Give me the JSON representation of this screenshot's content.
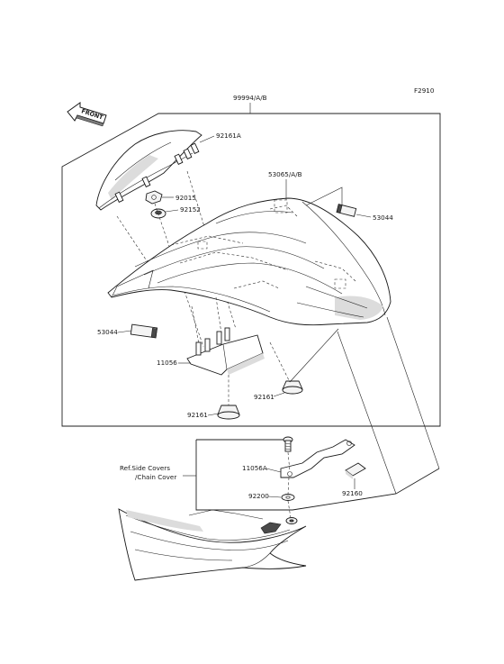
{
  "figure_code": "F2910",
  "assembly_label": "99994/A/B",
  "front_arrow_text": "FRONT",
  "parts": {
    "p92161A": "92161A",
    "p92015": "92015",
    "p92152": "92152",
    "p53065": "53065/A/B",
    "p53044_right": "53044",
    "p53044_left": "53044",
    "p11056": "11056",
    "p92161_right": "92161",
    "p92161_left": "92161",
    "p11056A": "11056A",
    "p92200": "92200",
    "p92160": "92160"
  },
  "reference_note": {
    "line1": "Ref.Side Covers",
    "line2": "/Chain Cover"
  }
}
